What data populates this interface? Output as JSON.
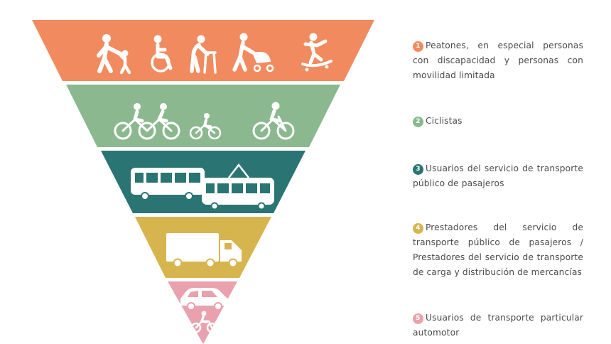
{
  "colors": {
    "level_1": "#f28a5f",
    "level_2": "#8cb88f",
    "level_3": "#2a7573",
    "level_4": "#d6b54f",
    "level_5": "#e8a1ad"
  },
  "levels": [
    {
      "number": "1",
      "text": "Peatones, en especial personas con discapacidad y personas con movilidad limitada",
      "icons": [
        "pedestrian-with-child-icon",
        "wheelchair-icon",
        "walker-icon",
        "stroller-icon",
        "skateboarder-icon"
      ]
    },
    {
      "number": "2",
      "text": "Ciclistas",
      "icons": [
        "tandem-bicycle-icon",
        "child-bicycle-icon",
        "bicycle-icon"
      ]
    },
    {
      "number": "3",
      "text": "Usuarios del servicio de transporte público de pasajeros",
      "icons": [
        "bus-icon",
        "tram-icon"
      ]
    },
    {
      "number": "4",
      "text": "Prestadores del servicio de transporte público de pasajeros / Prestadores del servicio de transporte de carga y distribución de mercancías",
      "icons": [
        "truck-icon"
      ]
    },
    {
      "number": "5",
      "text": "Usuarios de transporte particular automotor",
      "icons": [
        "car-icon",
        "motorcycle-icon"
      ]
    }
  ]
}
